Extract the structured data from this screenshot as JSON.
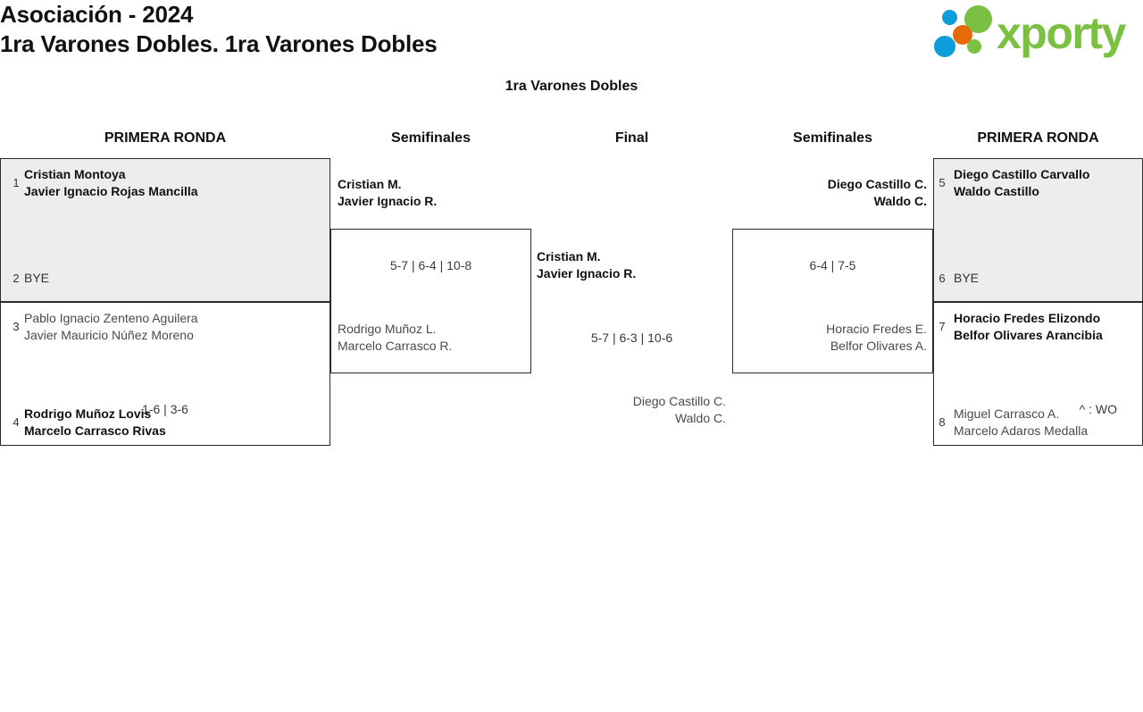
{
  "header": {
    "title_line_1": "Asociación - 2024",
    "title_line_2": "1ra Varones Dobles. 1ra Varones Dobles",
    "logo_text": "xporty"
  },
  "bracket": {
    "subtitle": "1ra Varones Dobles",
    "round_headers": {
      "r1_left": "PRIMERA RONDA",
      "sf_left": "Semifinales",
      "final": "Final",
      "sf_right": "Semifinales",
      "r1_right": "PRIMERA RONDA"
    },
    "matches": {
      "r1_left_top": {
        "top": {
          "seed": "1",
          "line1": "Cristian Montoya",
          "line2": "Javier Ignacio Rojas Mancilla",
          "result": "win"
        },
        "bottom": {
          "seed": "2",
          "line1": "BYE",
          "line2": "",
          "result": "bye"
        },
        "score": ""
      },
      "r1_left_bottom": {
        "top": {
          "seed": "3",
          "line1": "Pablo Ignacio Zenteno Aguilera",
          "line2": "Javier Mauricio Núñez Moreno",
          "result": "lose"
        },
        "bottom": {
          "seed": "4",
          "line1": "Rodrigo Muñoz Lovis",
          "line2": "Marcelo Carrasco Rivas",
          "result": "win"
        },
        "score": "1-6 | 3-6"
      },
      "sf_left": {
        "top": {
          "line1": "Cristian M.",
          "line2": "Javier Ignacio R.",
          "result": "win"
        },
        "bottom": {
          "line1": "Rodrigo Muñoz L.",
          "line2": "Marcelo Carrasco R.",
          "result": "lose"
        },
        "score": "5-7 | 6-4 | 10-8"
      },
      "final": {
        "top": {
          "line1": "Cristian M.",
          "line2": "Javier Ignacio R.",
          "result": "win"
        },
        "bottom": {
          "line1": "Diego Castillo C.",
          "line2": "Waldo C.",
          "result": "lose"
        },
        "score": "5-7 | 6-3 | 10-6"
      },
      "sf_right": {
        "top": {
          "line1": "Diego Castillo C.",
          "line2": "Waldo C.",
          "result": "win"
        },
        "bottom": {
          "line1": "Horacio Fredes E.",
          "line2": "Belfor Olivares A.",
          "result": "lose"
        },
        "score": "6-4 | 7-5"
      },
      "r1_right_top": {
        "top": {
          "seed": "5",
          "line1": "Diego Castillo Carvallo",
          "line2": "Waldo Castillo",
          "result": "win"
        },
        "bottom": {
          "seed": "6",
          "line1": "BYE",
          "line2": "",
          "result": "bye"
        },
        "score": ""
      },
      "r1_right_bottom": {
        "top": {
          "seed": "7",
          "line1": "Horacio Fredes Elizondo",
          "line2": "Belfor Olivares Arancibia",
          "result": "win"
        },
        "bottom": {
          "seed": "8",
          "line1": "Miguel Carrasco A.",
          "line2": "Marcelo Adaros Medalla",
          "result": "lose"
        },
        "score": "^ : WO"
      }
    }
  },
  "colors": {
    "brand_green": "#7ac143",
    "brand_blue": "#0d9ddb",
    "brand_orange": "#e8690b",
    "seeded_box_bg": "#ededed",
    "box_border": "#2b2b2b"
  }
}
